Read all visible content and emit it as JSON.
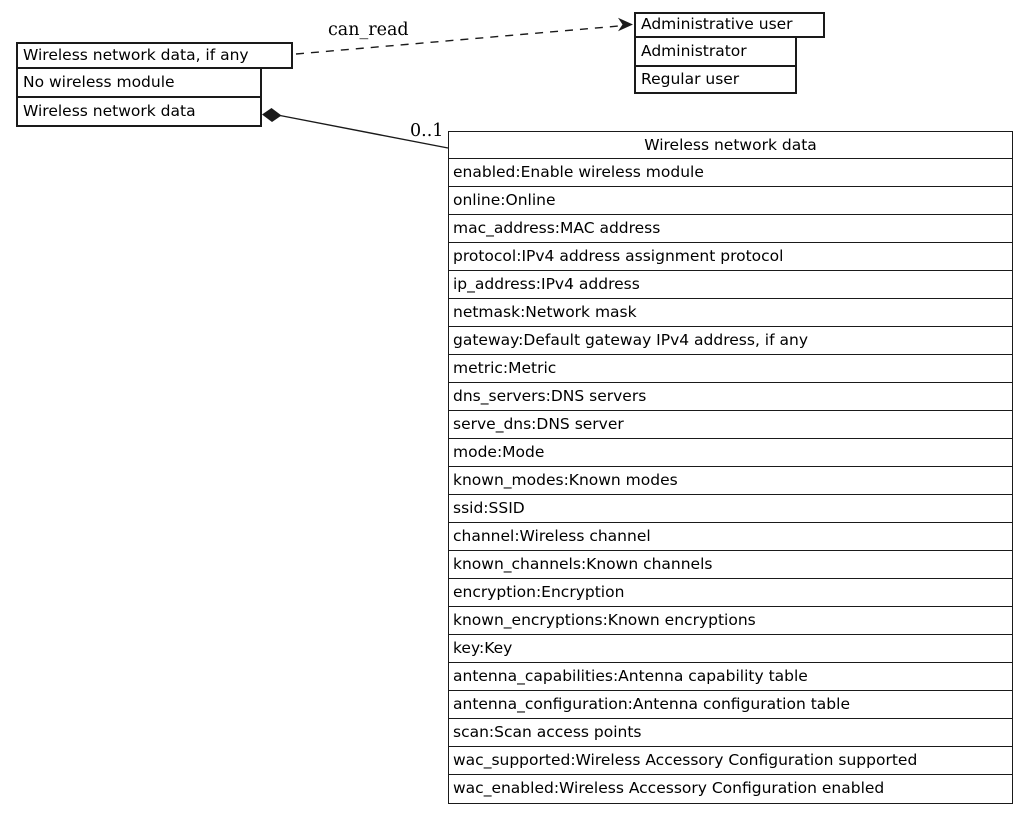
{
  "colors": {
    "background": "#ffffff",
    "line": "#000000",
    "text": "#000000"
  },
  "left_node": {
    "title": "Wireless network data, if any",
    "rows": [
      "No wireless module",
      "Wireless network data"
    ]
  },
  "admin_node": {
    "title": "Administrative user",
    "rows": [
      "Administrator",
      "Regular user"
    ]
  },
  "edges": {
    "can_read": {
      "label": "can_read",
      "style": "dashed-arrow"
    },
    "composition": {
      "multiplicity": "0..1",
      "style": "solid-filled-diamond"
    }
  },
  "wireless_table": {
    "title": "Wireless network data",
    "rows": [
      "enabled:Enable wireless module",
      "online:Online",
      "mac_address:MAC address",
      "protocol:IPv4 address assignment protocol",
      "ip_address:IPv4 address",
      "netmask:Network mask",
      "gateway:Default gateway IPv4 address, if any",
      "metric:Metric",
      "dns_servers:DNS servers",
      "serve_dns:DNS server",
      "mode:Mode",
      "known_modes:Known modes",
      "ssid:SSID",
      "channel:Wireless channel",
      "known_channels:Known channels",
      "encryption:Encryption",
      "known_encryptions:Known encryptions",
      "key:Key",
      "antenna_capabilities:Antenna capability table",
      "antenna_configuration:Antenna configuration table",
      "scan:Scan access points",
      "wac_supported:Wireless Accessory Configuration supported",
      "wac_enabled:Wireless Accessory Configuration enabled"
    ]
  }
}
